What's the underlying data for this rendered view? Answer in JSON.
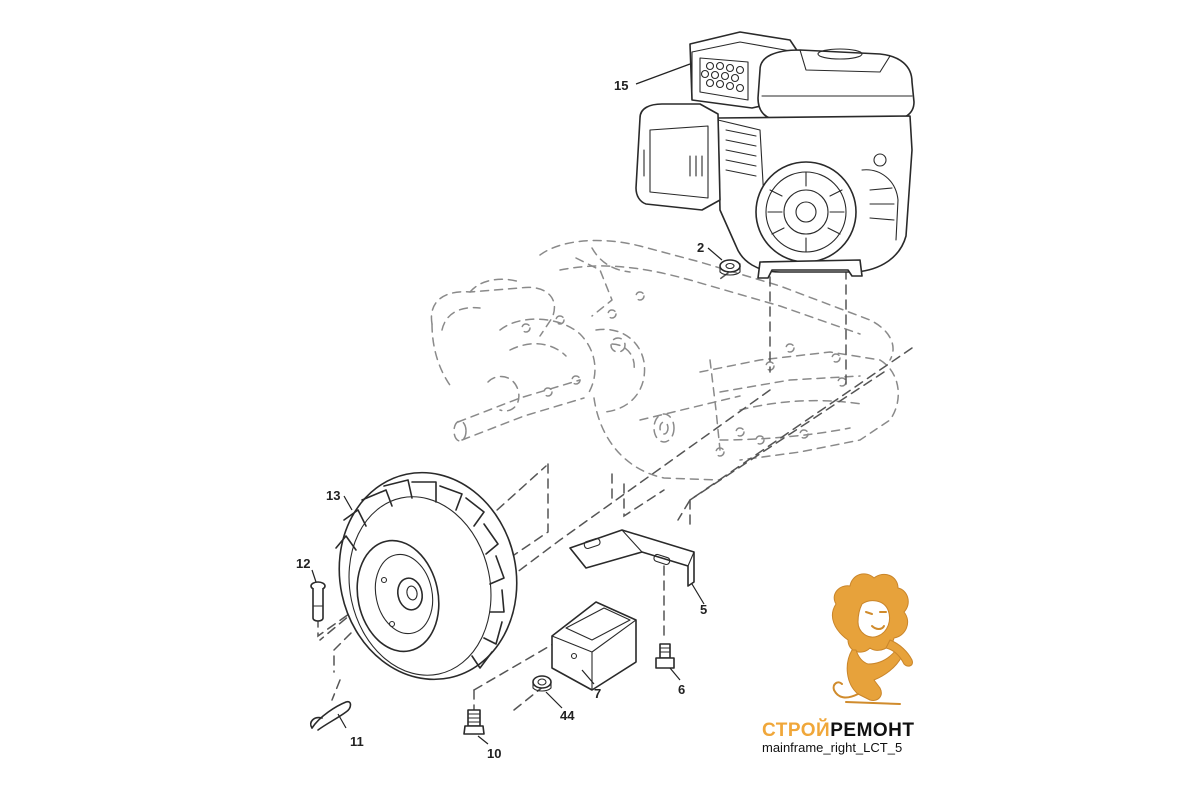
{
  "diagram": {
    "callouts": [
      {
        "id": "15",
        "label": "15",
        "part": "engine"
      },
      {
        "id": "2",
        "label": "2",
        "part": "nut"
      },
      {
        "id": "13",
        "label": "13",
        "part": "wheel"
      },
      {
        "id": "12",
        "label": "12",
        "part": "pin"
      },
      {
        "id": "11",
        "label": "11",
        "part": "hairpin-clip"
      },
      {
        "id": "10",
        "label": "10",
        "part": "bolt"
      },
      {
        "id": "44",
        "label": "44",
        "part": "nut"
      },
      {
        "id": "7",
        "label": "7",
        "part": "block"
      },
      {
        "id": "6",
        "label": "6",
        "part": "bolt"
      },
      {
        "id": "5",
        "label": "5",
        "part": "bracket"
      }
    ],
    "caption": "mainframe_right_LCT_5"
  },
  "brand": {
    "name_part1": "СТРОЙ",
    "name_part2": "РЕМОНТ",
    "color_primary": "#f0a73a",
    "color_secondary": "#111111"
  }
}
